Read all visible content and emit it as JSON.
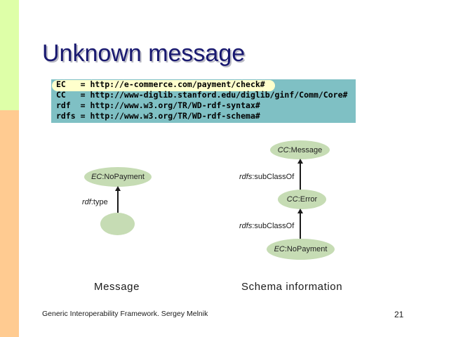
{
  "slide": {
    "title": "Unknown message",
    "page_number": "21",
    "footer": "Generic Interoperability Framework. Sergey Melnik",
    "accent_colors": {
      "sidebar_top": "#DEFFA8",
      "sidebar_bottom": "#FFCB91",
      "title": "#191970",
      "code_block_background": "#7FC0C4",
      "code_highlight": "#FFFFCC",
      "node_fill": "#C6DCB4"
    }
  },
  "namespace_block": {
    "lines": [
      {
        "prefix": "EC",
        "text": "EC   = http://e-commerce.com/payment/check#",
        "highlighted": true
      },
      {
        "prefix": "CC",
        "text": "CC   = http://www-diglib.stanford.edu/diglib/ginf/Comm/Core#",
        "highlighted": false
      },
      {
        "prefix": "rdf",
        "text": "rdf  = http://www.w3.org/TR/WD-rdf-syntax#",
        "highlighted": false
      },
      {
        "prefix": "rdfs",
        "text": "rdfs = http://www.w3.org/TR/WD-rdf-schema#",
        "highlighted": false
      }
    ]
  },
  "diagram": {
    "message_graph": {
      "caption": "Message",
      "nodes": [
        {
          "id": "ec-nopayment-top",
          "ns": "EC",
          "local": ":NoPayment",
          "label": "EC:NoPayment",
          "anonymous": false
        },
        {
          "id": "anonymous-resource",
          "ns": "",
          "local": "",
          "label": "",
          "anonymous": true
        }
      ],
      "edges": [
        {
          "from": "anonymous-resource",
          "to": "ec-nopayment-top",
          "ns": "rdf",
          "local": ":type",
          "label": "rdf:type"
        }
      ]
    },
    "schema_graph": {
      "caption": "Schema information",
      "nodes": [
        {
          "id": "cc-message",
          "ns": "CC",
          "local": ":Message",
          "label": "CC:Message",
          "anonymous": false
        },
        {
          "id": "cc-error",
          "ns": "CC",
          "local": ":Error",
          "label": "CC:Error",
          "anonymous": false
        },
        {
          "id": "ec-nopayment-bottom",
          "ns": "EC",
          "local": ":NoPayment",
          "label": "EC:NoPayment",
          "anonymous": false
        }
      ],
      "edges": [
        {
          "from": "cc-error",
          "to": "cc-message",
          "ns": "rdfs",
          "local": ":subClassOf",
          "label": "rdfs:subClassOf"
        },
        {
          "from": "ec-nopayment-bottom",
          "to": "cc-error",
          "ns": "rdfs",
          "local": ":subClassOf",
          "label": "rdfs:subClassOf"
        }
      ]
    }
  }
}
